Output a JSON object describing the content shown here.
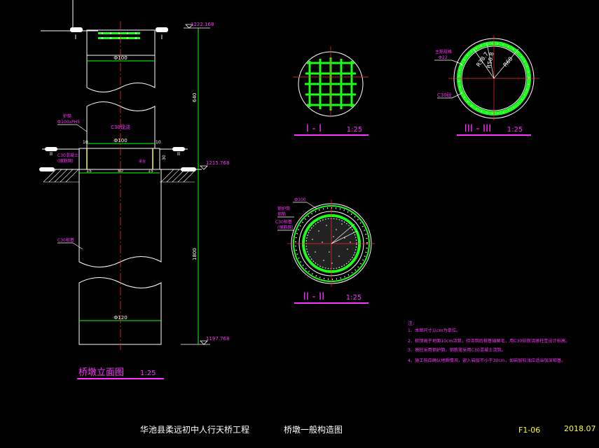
{
  "colors": {
    "background": "#000000",
    "line": "#ffffff",
    "centerline": "#ff2a2a",
    "dimension": "#ff33ff",
    "rebar": "#19ff19",
    "accent_yellow": "#ffff33",
    "note": "#ff33ff"
  },
  "elevation": {
    "title": "桥墩立面图",
    "scale": "1:25",
    "top_elev": "1222.168",
    "ground_elev": "1215.768",
    "bottom_elev": "1197.768",
    "height_upper": "640",
    "height_lower": "1800",
    "dia_top": "Ф100",
    "dia_mid": "Ф100",
    "dia_bottom": "Ф120",
    "label_c30_column": "C30混凝土",
    "label_c30_cast": "C30现浇",
    "label_c30_pile": "C30桩基",
    "label_casing": "护筒",
    "label_casing_spec": "Ф100xPH5",
    "label_cap": "承台",
    "dim_80": "80",
    "dim_15a": "15",
    "dim_15b": "15",
    "dim_10a": "10",
    "dim_10b": "10",
    "dim_30": "30",
    "mark_I": "I",
    "mark_II": "II"
  },
  "section_I": {
    "title": "I - I",
    "scale": "1:25"
  },
  "section_II": {
    "title": "II - II",
    "scale": "1:25",
    "label_dia": "Ф100",
    "label_casing": "钢护筒",
    "label_c30": "C30桩基",
    "label_mesh": "(钢筋网)",
    "label_rebar": "钢筋"
  },
  "section_III": {
    "title": "III - III",
    "scale": "1:25",
    "label_rebar": "主筋规格",
    "label_rebar2": "Ф22",
    "label_c30": "C30砼",
    "r1": "R38.7",
    "r2": "R50.8",
    "r3": "R60"
  },
  "notes": {
    "heading": "注:",
    "items": [
      "1、本图尺寸以cm为单位。",
      "2、桩顶高于地面10cm浇筑，待浇筑后桩基础凿毛，用C30砼现浇墩柱至设计标高。",
      "3、墩柱采用钢护筒，钢筋笼采用C30混凝土浇筑。",
      "4、施工前应确认地质情况，嵌入岩层不小于30cm，如岩层较浅应适当加深桩基。"
    ]
  },
  "footer": {
    "project": "华池县柔远初中人行天桥工程",
    "drawing": "桥墩一般构造图",
    "sheet": "F1-06",
    "date": "2018.07"
  }
}
